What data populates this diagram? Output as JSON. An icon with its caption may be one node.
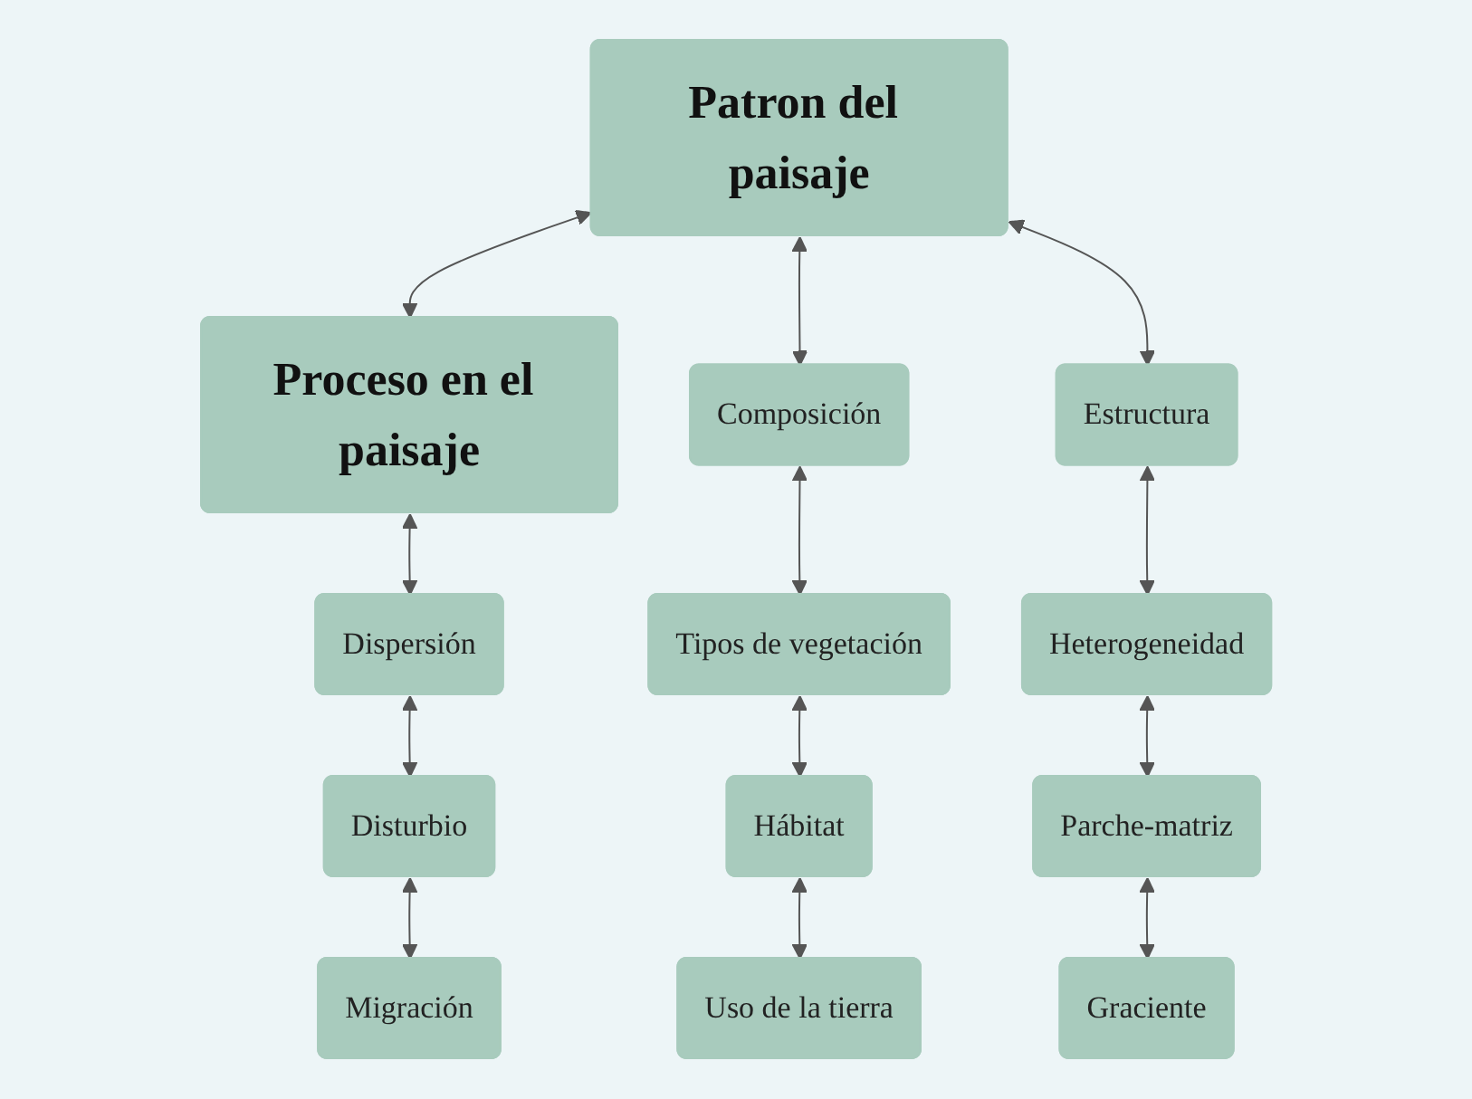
{
  "diagram": {
    "nodes": [
      {
        "text": [
          "Patron del paisaje"
        ]
      },
      {
        "text": [
          "Proceso en el paisaje"
        ]
      },
      {
        "text": [
          "Composición"
        ]
      },
      {
        "text": [
          "Estructura"
        ]
      },
      {
        "text": [
          "Tipos de vegetación"
        ]
      },
      {
        "text": [
          "Hábitat"
        ]
      },
      {
        "text": [
          "Uso de la tierra"
        ]
      },
      {
        "text": [
          "Heterogeneidad"
        ]
      },
      {
        "text": [
          "Parche-matriz"
        ]
      },
      {
        "text": [
          "Graciente"
        ]
      },
      {
        "text": [
          "Dispersión"
        ]
      },
      {
        "text": [
          "Disturbio"
        ]
      },
      {
        "text": [
          "Migración"
        ]
      }
    ],
    "edges": [
      {
        "from": 0,
        "to": 1,
        "arrow": "both"
      },
      {
        "from": 0,
        "to": 2,
        "arrow": "both"
      },
      {
        "from": 0,
        "to": 3,
        "arrow": "both"
      },
      {
        "from": 2,
        "to": 4,
        "arrow": "both"
      },
      {
        "from": 4,
        "to": 5,
        "arrow": "both"
      },
      {
        "from": 5,
        "to": 6,
        "arrow": "both"
      },
      {
        "from": 3,
        "to": 7,
        "arrow": "both"
      },
      {
        "from": 7,
        "to": 8,
        "arrow": "both"
      },
      {
        "from": 8,
        "to": 9,
        "arrow": "both"
      },
      {
        "from": 1,
        "to": 10,
        "arrow": "both"
      },
      {
        "from": 10,
        "to": 11,
        "arrow": "both"
      },
      {
        "from": 11,
        "to": 12,
        "arrow": "both"
      }
    ]
  }
}
